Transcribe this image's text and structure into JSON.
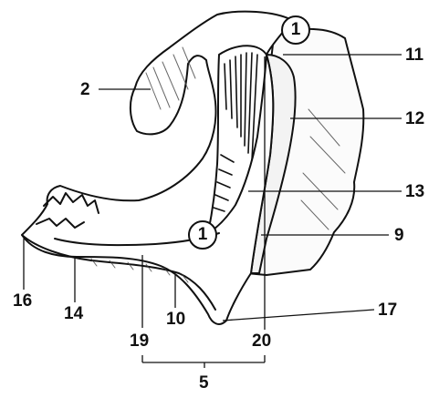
{
  "labels": {
    "circle_top": "1",
    "circle_mid": "1",
    "l2": "2",
    "l11": "11",
    "l12": "12",
    "l13": "13",
    "l9": "9",
    "l17": "17",
    "l16": "16",
    "l14": "14",
    "l10": "10",
    "l19": "19",
    "l20": "20",
    "l5": "5"
  }
}
